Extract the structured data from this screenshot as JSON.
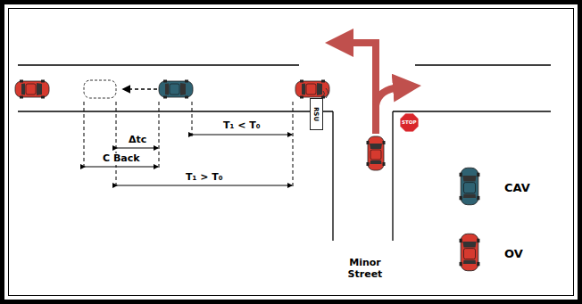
{
  "diagram": {
    "nodes": [
      {
        "text": [
          "RSU"
        ]
      },
      {
        "text": [
          "STOP"
        ]
      }
    ],
    "labels": [
      "Δtc",
      "C Back",
      "T₁ < T₀",
      "T₁ > T₀",
      "Minor Street"
    ],
    "legend": [
      {
        "text": "CAV"
      },
      {
        "text": "OV"
      }
    ]
  }
}
